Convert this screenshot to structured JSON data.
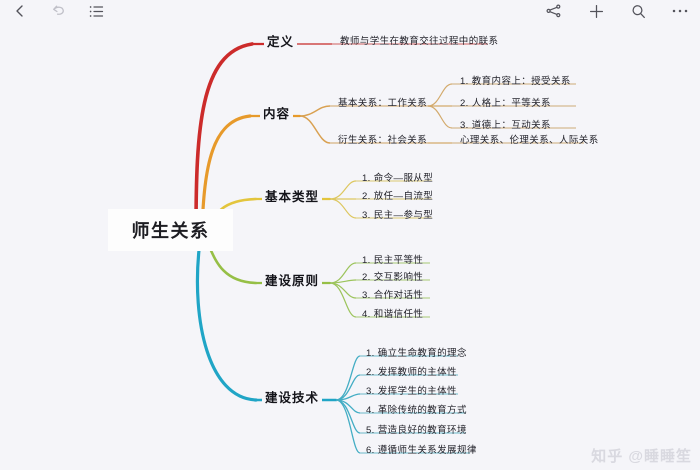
{
  "toolbar": {
    "left": [
      {
        "name": "back-icon",
        "label": "返回"
      },
      {
        "name": "undo-icon",
        "label": "撤销"
      },
      {
        "name": "outline-list-icon",
        "label": "大纲"
      }
    ],
    "right": [
      {
        "name": "share-icon",
        "label": "分享"
      },
      {
        "name": "add-icon",
        "label": "添加"
      },
      {
        "name": "search-icon",
        "label": "搜索"
      },
      {
        "name": "more-icon",
        "label": "更多"
      }
    ]
  },
  "mindmap": {
    "root": "师生关系",
    "branches": [
      {
        "label": "定义",
        "color": "#cc2b2b",
        "children": [
          {
            "text": "教师与学生在教育交往过程中的联系"
          }
        ]
      },
      {
        "label": "内容",
        "color": "#e79a2b",
        "children": [
          {
            "text": "基本关系：工作关系",
            "children": [
              {
                "text": "1. 教育内容上：授受关系"
              },
              {
                "text": "2. 人格上：平等关系"
              },
              {
                "text": "3. 道德上：互动关系"
              }
            ]
          },
          {
            "text": "衍生关系：社会关系",
            "children": [
              {
                "text": "心理关系、伦理关系、人际关系"
              }
            ]
          }
        ]
      },
      {
        "label": "基本类型",
        "color": "#e3c53d",
        "children": [
          {
            "text": "1. 命令—服从型"
          },
          {
            "text": "2. 放任—自流型"
          },
          {
            "text": "3. 民主—参与型"
          }
        ]
      },
      {
        "label": "建设原则",
        "color": "#8fbf3f",
        "children": [
          {
            "text": "1. 民主平等性"
          },
          {
            "text": "2. 交互影响性"
          },
          {
            "text": "3. 合作对话性"
          },
          {
            "text": "4. 和谐信任性"
          }
        ]
      },
      {
        "label": "建设技术",
        "color": "#2aa6c4",
        "children": [
          {
            "text": "1. 确立生命教育的理念"
          },
          {
            "text": "2. 发挥教师的主体性"
          },
          {
            "text": "3. 发挥学生的主体性"
          },
          {
            "text": "4. 革除传统的教育方式"
          },
          {
            "text": "5. 营造良好的教育环境"
          },
          {
            "text": "6. 遵循师生关系发展规律"
          }
        ]
      }
    ]
  },
  "watermark": "知乎 @睡睡笙"
}
